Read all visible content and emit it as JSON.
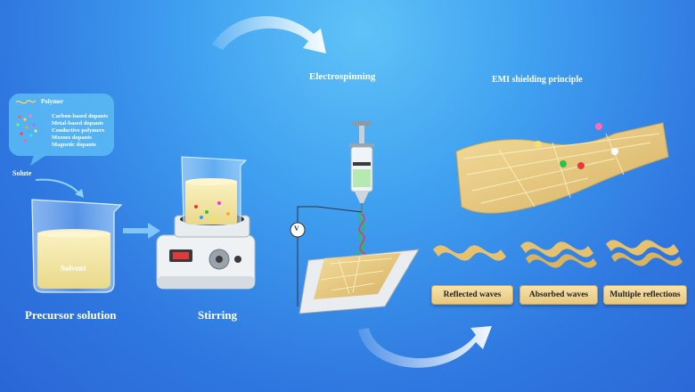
{
  "labels": {
    "electrospinning": "Electrospinning",
    "emi_title": "EMI shielding principle",
    "solute": "Solute",
    "solvent": "Solvent",
    "precursor": "Precursor solution",
    "stirring": "Stirring",
    "voltage_symbol": "V"
  },
  "legend": {
    "polymer": "Polymer",
    "dopants": [
      "Carbon-based dopants",
      "Metal-based dopants",
      "Conductive polymers",
      "Mxenes dopants",
      "Magnetic dopants"
    ]
  },
  "mechanisms": [
    "Reflected waves",
    "Absorbed waves",
    "Multiple reflections"
  ],
  "colors": {
    "bubble": "#5ab8f4",
    "beaker_liquid": "#f2e6a6",
    "fiber_mat": "#e9c878",
    "plate": "#f0d491",
    "wire_red": "#e33b3b",
    "wire_green": "#2fbf4a"
  }
}
